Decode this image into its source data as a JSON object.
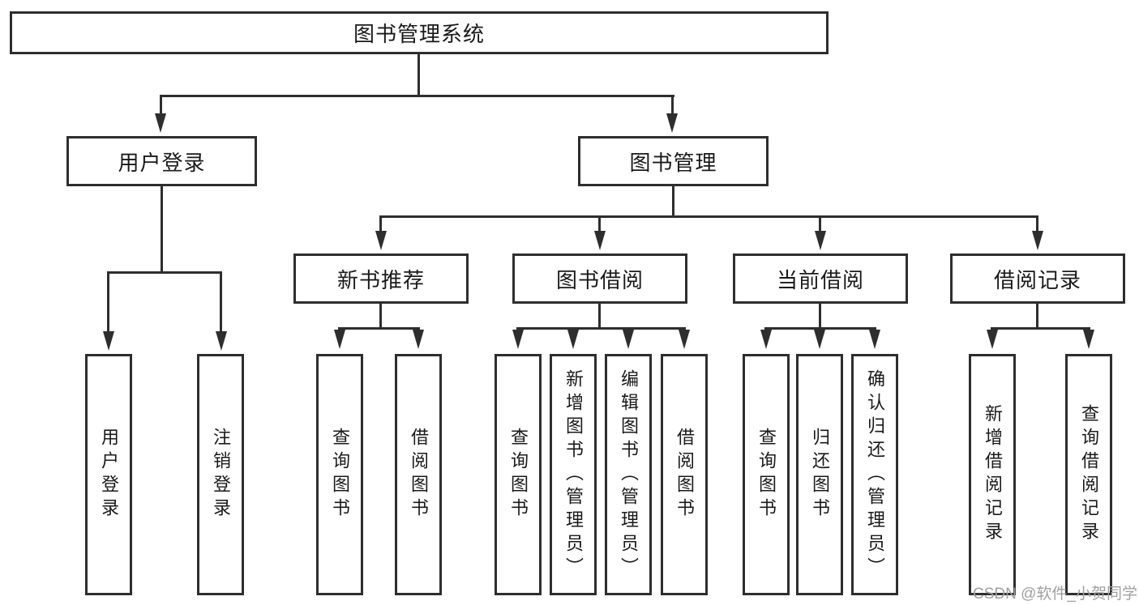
{
  "tree": {
    "root": {
      "label": "图书管理系统"
    },
    "branches": [
      {
        "label": "用户登录",
        "children": [
          {
            "label": "用户登录"
          },
          {
            "label": "注销登录"
          }
        ]
      },
      {
        "label": "图书管理",
        "children": [
          {
            "label": "新书推荐",
            "children": [
              {
                "label": "查询图书"
              },
              {
                "label": "借阅图书"
              }
            ]
          },
          {
            "label": "图书借阅",
            "children": [
              {
                "label": "查询图书"
              },
              {
                "label": "新增图书（管理员）"
              },
              {
                "label": "编辑图书（管理员）"
              },
              {
                "label": "借阅图书"
              }
            ]
          },
          {
            "label": "当前借阅",
            "children": [
              {
                "label": "查询图书"
              },
              {
                "label": "归还图书"
              },
              {
                "label": "确认归还（管理员）"
              }
            ]
          },
          {
            "label": "借阅记录",
            "children": [
              {
                "label": "新增借阅记录"
              },
              {
                "label": "查询借阅记录"
              }
            ]
          }
        ]
      }
    ]
  },
  "watermark": {
    "text": "CSDN @软件_小贺同学"
  },
  "colors": {
    "line": "#2e2e2e",
    "text": "#1a1a1a",
    "box_fill": "#ffffff",
    "background": "#ffffff",
    "watermark": "#a0a0a0"
  }
}
